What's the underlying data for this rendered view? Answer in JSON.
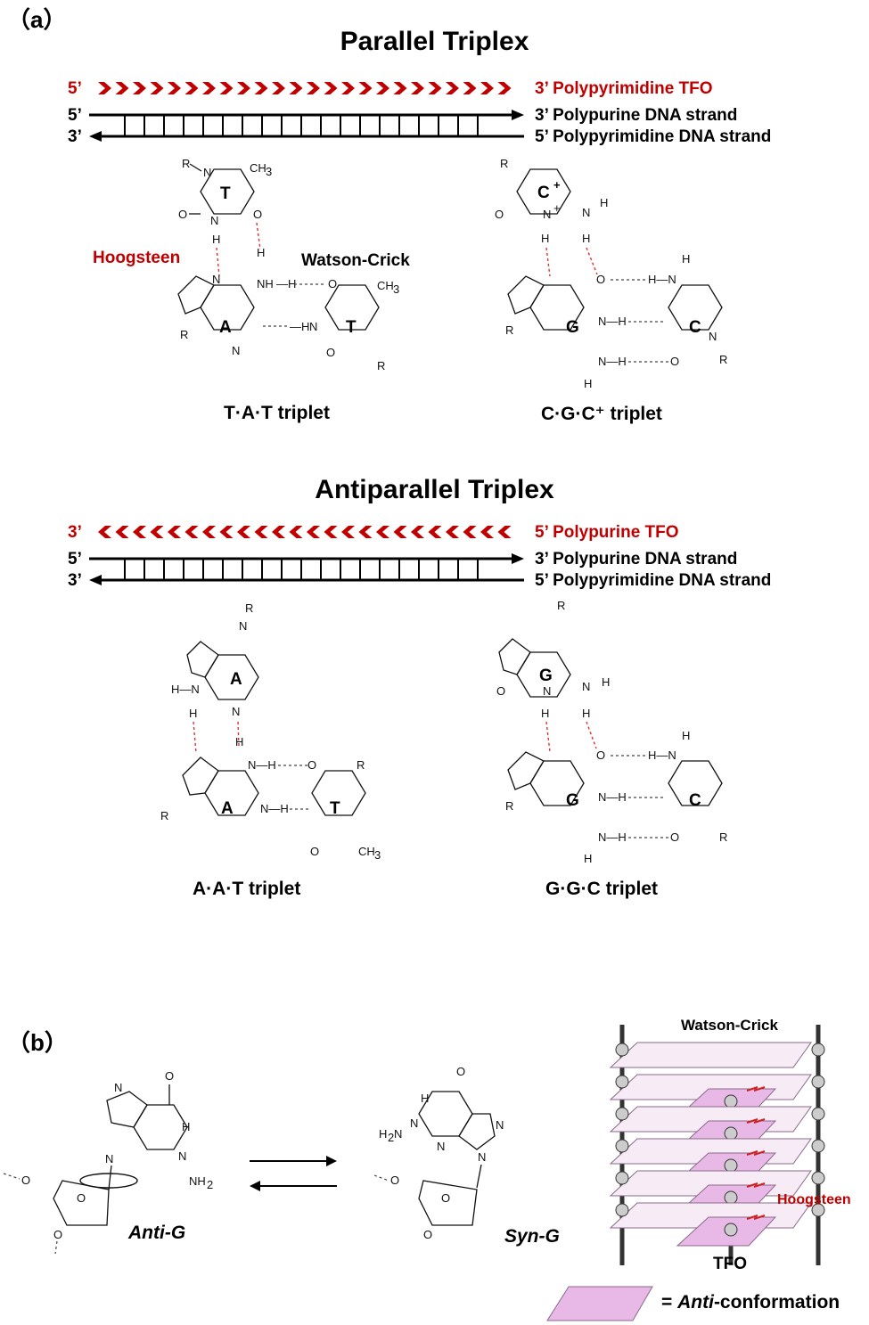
{
  "panel_a": {
    "label": "（a）",
    "parallel": {
      "title": "Parallel Triplex",
      "tfo_left": "5’",
      "tfo_right": "3’  Polypyrimidine TFO",
      "strand1_left": "5’",
      "strand1_right": "3’   Polypurine DNA strand",
      "strand2_left": "3’",
      "strand2_right": "5’   Polypyrimidine DNA strand",
      "hoogsteen_label": "Hoogsteen",
      "watson_crick_label": "Watson-Crick",
      "triplet_left": "T·A·T triplet",
      "triplet_right": "C·G·C⁺ triplet"
    },
    "antiparallel": {
      "title": "Antiparallel Triplex",
      "tfo_left": "3’",
      "tfo_right": "5’  Polypurine TFO",
      "strand1_left": "5’",
      "strand1_right": "3’   Polypurine DNA strand",
      "strand2_left": "3’",
      "strand2_right": "5’   Polypyrimidine DNA strand",
      "triplet_left": "A·A·T triplet",
      "triplet_right": "G·G·C triplet"
    }
  },
  "panel_b": {
    "label": "（b）",
    "anti_label": "Anti-G",
    "syn_label": "Syn-G",
    "watson_crick_label": "Watson-Crick",
    "hoogsteen_label": "Hoogsteen",
    "tfo_label": "TFO",
    "legend_prefix": "= ",
    "legend_italic": "Anti",
    "legend_suffix": "-conformation"
  },
  "colors": {
    "tfo_red": "#c00000",
    "hbond_red": "#e03030",
    "pink_fill": "#e8b8e6",
    "pale_fill": "#f7ecf6"
  }
}
